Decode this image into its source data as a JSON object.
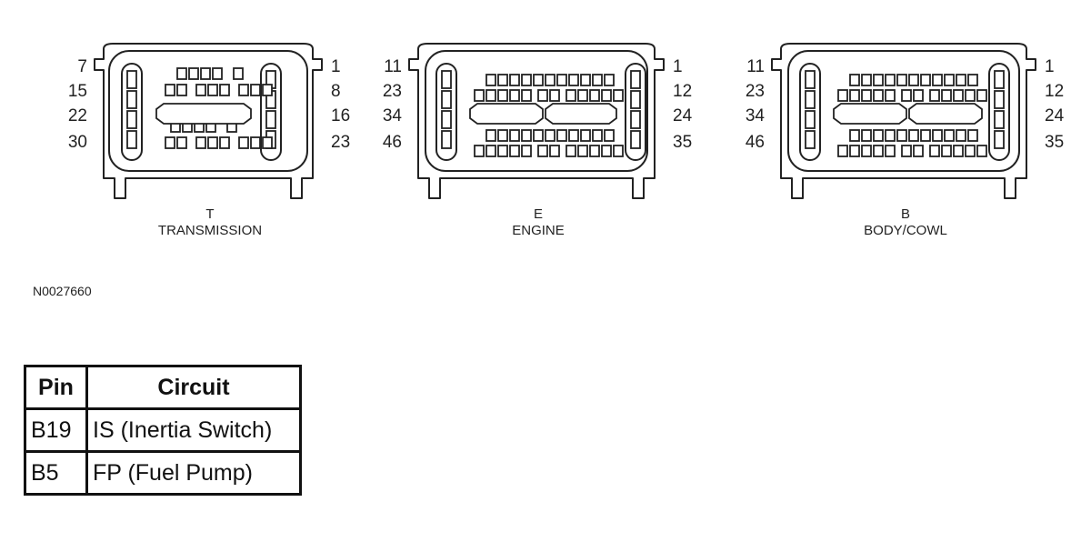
{
  "connectors": [
    {
      "id": "T",
      "letter": "T",
      "name": "TRANSMISSION",
      "left_pins": [
        "7",
        "15",
        "22",
        "30"
      ],
      "right_pins": [
        "1",
        "8",
        "16",
        "23"
      ]
    },
    {
      "id": "E",
      "letter": "E",
      "name": "ENGINE",
      "left_pins": [
        "11",
        "23",
        "34",
        "46"
      ],
      "right_pins": [
        "1",
        "12",
        "24",
        "35"
      ]
    },
    {
      "id": "B",
      "letter": "B",
      "name": "BODY/COWL",
      "left_pins": [
        "11",
        "23",
        "34",
        "46"
      ],
      "right_pins": [
        "1",
        "12",
        "24",
        "35"
      ]
    }
  ],
  "figure_id": "N0027660",
  "pin_table": {
    "headers": [
      "Pin",
      "Circuit"
    ],
    "rows": [
      {
        "pin": "B19",
        "circuit": "IS (Inertia Switch)"
      },
      {
        "pin": "B5",
        "circuit": "FP (Fuel Pump)"
      }
    ]
  }
}
